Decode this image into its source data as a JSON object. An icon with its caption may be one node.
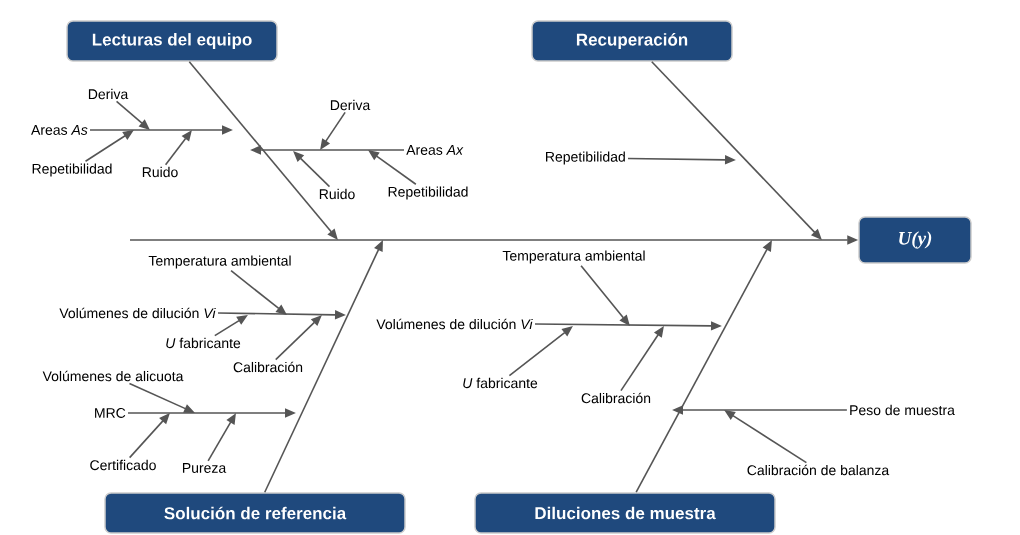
{
  "diagram": {
    "nodes": [
      {
        "text": [
          "Lecturas del equipo"
        ]
      },
      {
        "text": [
          "Recuperación"
        ]
      },
      {
        "text": [
          "U(y)"
        ]
      },
      {
        "text": [
          "Solución de referencia"
        ]
      },
      {
        "text": [
          "Diluciones de muestra"
        ]
      },
      {
        "text": [
          "Deriva"
        ]
      },
      {
        "text": [
          "Areas *As*"
        ]
      },
      {
        "text": [
          "Repetibilidad"
        ]
      },
      {
        "text": [
          "Ruido"
        ]
      },
      {
        "text": [
          "Deriva"
        ]
      },
      {
        "text": [
          "Areas *Ax*"
        ]
      },
      {
        "text": [
          "Ruido"
        ]
      },
      {
        "text": [
          "Repetibilidad"
        ]
      },
      {
        "text": [
          "Repetibilidad"
        ]
      },
      {
        "text": [
          "Temperatura ambiental"
        ]
      },
      {
        "text": [
          "Volúmenes de dilución *Vi*"
        ]
      },
      {
        "text": [
          "*U* fabricante"
        ]
      },
      {
        "text": [
          "Calibración"
        ]
      },
      {
        "text": [
          "Volúmenes de alicuota"
        ]
      },
      {
        "text": [
          "MRC"
        ]
      },
      {
        "text": [
          "Certificado"
        ]
      },
      {
        "text": [
          "Pureza"
        ]
      },
      {
        "text": [
          "Temperatura ambiental"
        ]
      },
      {
        "text": [
          "Volúmenes de dilución *Vi*"
        ]
      },
      {
        "text": [
          "*U* fabricante"
        ]
      },
      {
        "text": [
          "Calibración"
        ]
      },
      {
        "text": [
          "Peso de muestra"
        ]
      },
      {
        "text": [
          "Calibración de balanza"
        ]
      }
    ],
    "edges": [
      {
        "from": null,
        "to": 2,
        "arrow": "to"
      },
      {
        "from": 0,
        "to": null,
        "arrow": "to"
      },
      {
        "from": 1,
        "to": null,
        "arrow": "to"
      },
      {
        "from": 3,
        "to": null,
        "arrow": "to"
      },
      {
        "from": 4,
        "to": null,
        "arrow": "to"
      },
      {
        "from": 6,
        "to": null,
        "arrow": "to"
      },
      {
        "from": 5,
        "to": null,
        "arrow": "to"
      },
      {
        "from": 7,
        "to": null,
        "arrow": "to"
      },
      {
        "from": 8,
        "to": null,
        "arrow": "to"
      },
      {
        "from": 10,
        "to": null,
        "arrow": "to"
      },
      {
        "from": 9,
        "to": null,
        "arrow": "to"
      },
      {
        "from": 11,
        "to": null,
        "arrow": "to"
      },
      {
        "from": 12,
        "to": null,
        "arrow": "to"
      },
      {
        "from": 13,
        "to": null,
        "arrow": "to"
      },
      {
        "from": 15,
        "to": null,
        "arrow": "to"
      },
      {
        "from": 14,
        "to": null,
        "arrow": "to"
      },
      {
        "from": 16,
        "to": null,
        "arrow": "to"
      },
      {
        "from": 17,
        "to": null,
        "arrow": "to"
      },
      {
        "from": 19,
        "to": null,
        "arrow": "to"
      },
      {
        "from": 18,
        "to": null,
        "arrow": "to"
      },
      {
        "from": 20,
        "to": null,
        "arrow": "to"
      },
      {
        "from": 21,
        "to": null,
        "arrow": "to"
      },
      {
        "from": 23,
        "to": null,
        "arrow": "to"
      },
      {
        "from": 22,
        "to": null,
        "arrow": "to"
      },
      {
        "from": 24,
        "to": null,
        "arrow": "to"
      },
      {
        "from": 25,
        "to": null,
        "arrow": "to"
      },
      {
        "from": 26,
        "to": null,
        "arrow": "to"
      },
      {
        "from": 27,
        "to": null,
        "arrow": "to"
      }
    ]
  }
}
